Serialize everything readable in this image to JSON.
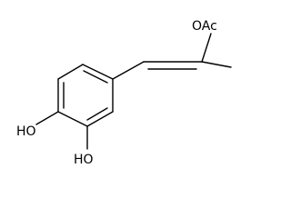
{
  "molecule": {
    "labels": {
      "acetoxy": "OAc",
      "hydroxyl_top": "HO",
      "hydroxyl_bottom": "HO"
    },
    "colors": {
      "bond": "#000000",
      "text": "#000000",
      "background": "#ffffff"
    }
  }
}
